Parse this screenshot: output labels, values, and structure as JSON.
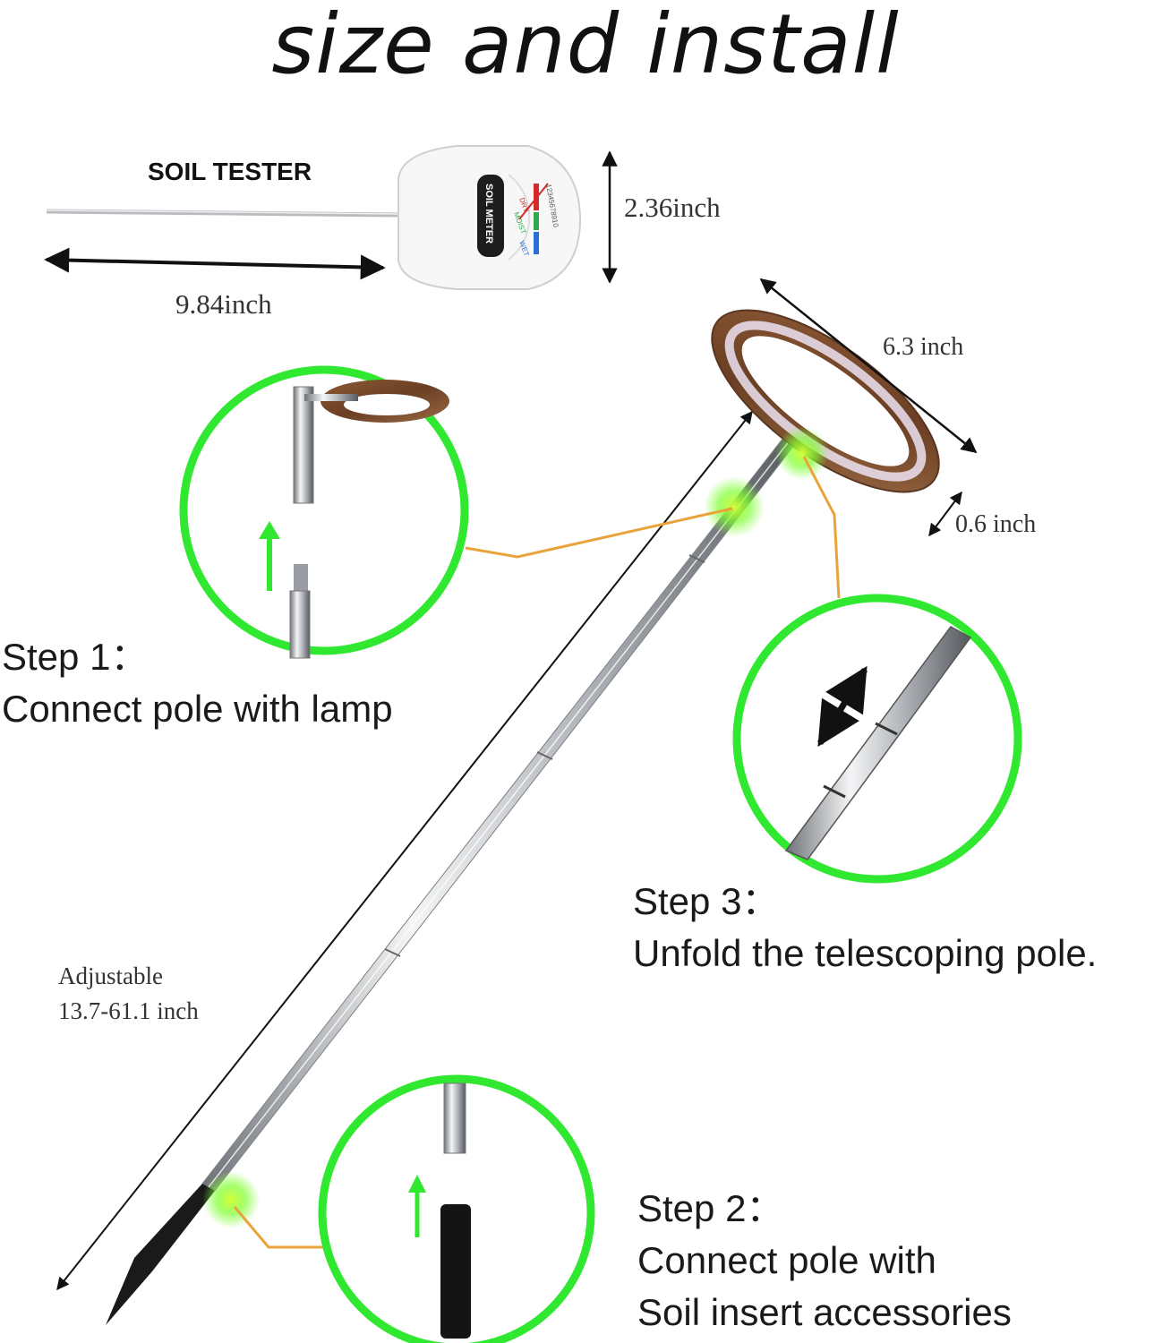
{
  "title": "size and install",
  "soil_tester": {
    "label": "SOIL TESTER",
    "meter_text": "SOIL METER",
    "scale_left": "DRY",
    "scale_mid": "MOIST",
    "scale_right": "WET",
    "scale_numbers": "12345678910",
    "height": "2.36inch",
    "length": "9.84inch"
  },
  "lamp": {
    "diameter": "6.3 inch",
    "thickness": "0.6 inch"
  },
  "pole": {
    "adjustable_label": "Adjustable",
    "adjustable_range": "13.7-61.1 inch"
  },
  "steps": [
    {
      "title": "Step 1：",
      "text": "Connect pole with lamp"
    },
    {
      "title": "Step 2：",
      "text_line1": "Connect pole with",
      "text_line2": "Soil insert accessories"
    },
    {
      "title": "Step 3：",
      "text": "Unfold the telescoping pole."
    }
  ],
  "colors": {
    "highlight_green": "#2fe82f",
    "connector_orange": "#e9a33a",
    "lamp_wood": "#7a4a2c",
    "pole_steel": "#c9ccd0"
  }
}
